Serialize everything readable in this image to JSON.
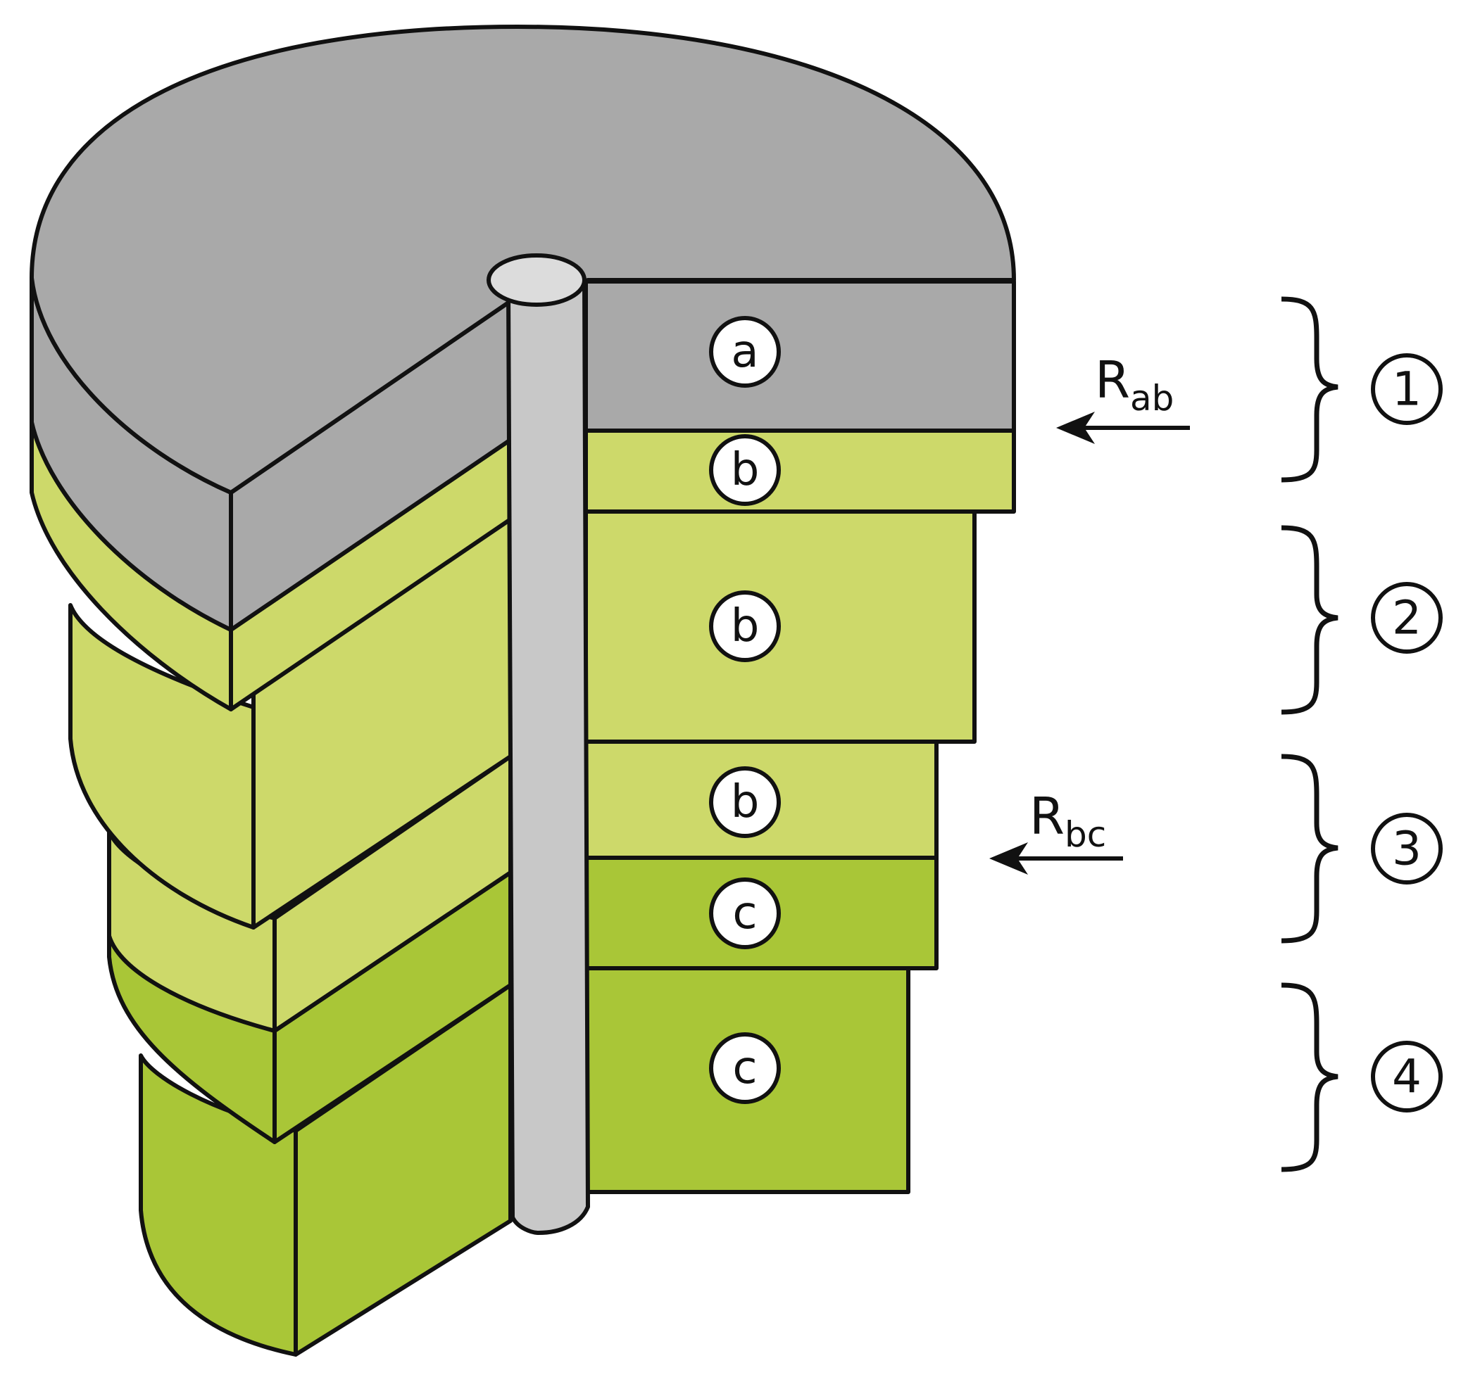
{
  "colors": {
    "grey_layer": "#a9a9a9",
    "light_green": "#cdd96a",
    "dark_green": "#a9c637",
    "rod": "#c8c8c8",
    "rod_top": "#dcdcdc",
    "outline": "#111111",
    "white": "#ffffff"
  },
  "layers": [
    {
      "material": "a",
      "color_key": "grey_layer"
    },
    {
      "material": "b",
      "color_key": "light_green"
    },
    {
      "material": "b",
      "color_key": "light_green"
    },
    {
      "material": "b",
      "color_key": "light_green"
    },
    {
      "material": "c",
      "color_key": "dark_green"
    },
    {
      "material": "c",
      "color_key": "dark_green"
    }
  ],
  "interfaces": [
    {
      "label": "R",
      "subscript": "ab"
    },
    {
      "label": "R",
      "subscript": "bc"
    }
  ],
  "zones": [
    "1",
    "2",
    "3",
    "4"
  ]
}
